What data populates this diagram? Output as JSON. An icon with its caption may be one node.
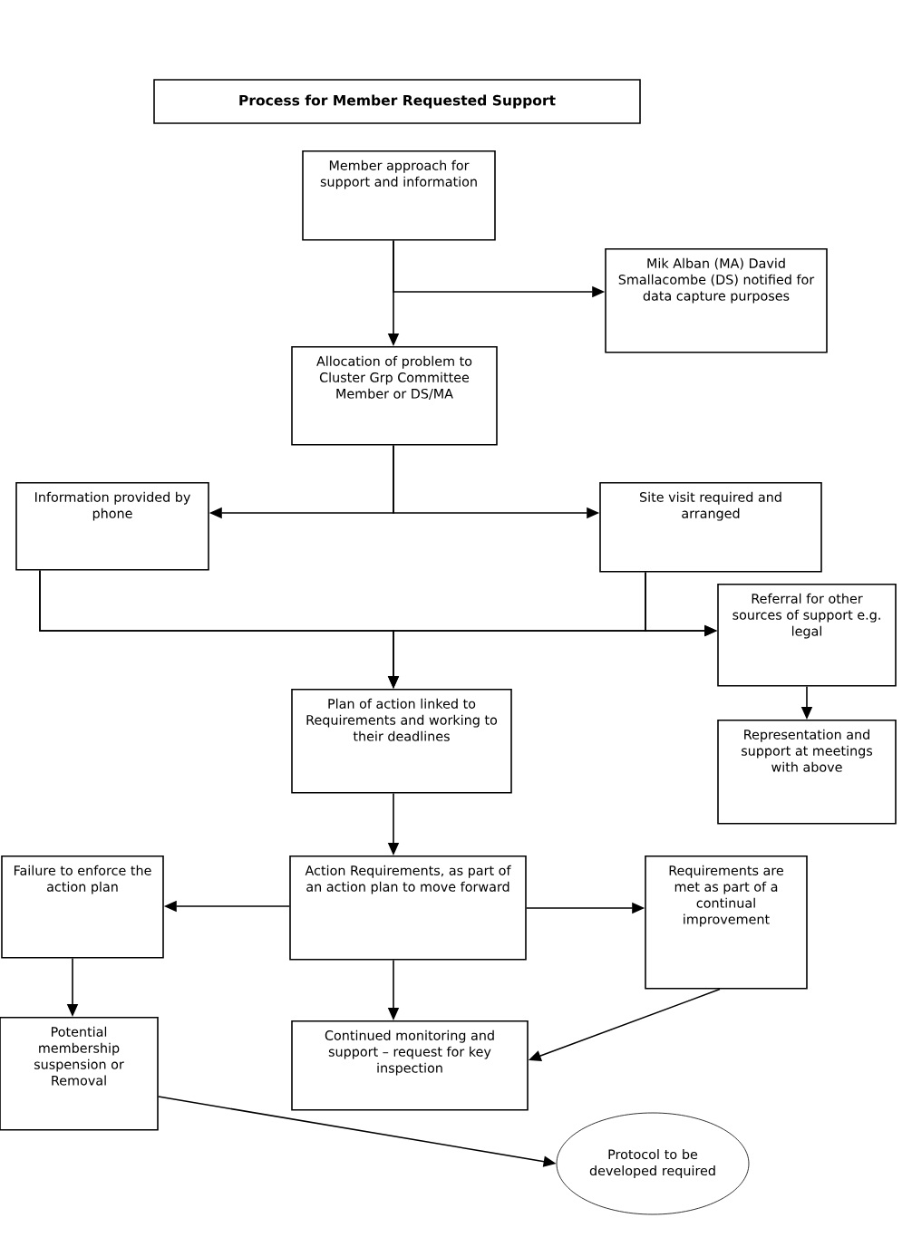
{
  "diagram": {
    "title": "Process for Member Requested Support",
    "nodes": [
      {
        "text": [
          "Member approach for support and information"
        ]
      },
      {
        "text": [
          "Mik Alban (MA) David Smallacombe (DS) notified for data capture purposes"
        ]
      },
      {
        "text": [
          "Allocation of problem to Cluster Grp Committee Member or DS/MA"
        ]
      },
      {
        "text": [
          "Information provided by phone"
        ]
      },
      {
        "text": [
          "Site visit required and arranged"
        ]
      },
      {
        "text": [
          "Referral for other sources of support e.g. legal"
        ]
      },
      {
        "text": [
          "Plan of action linked to Requirements and working to their deadlines"
        ]
      },
      {
        "text": [
          "Representation and support at meetings with above"
        ]
      },
      {
        "text": [
          "Failure to enforce the action plan"
        ]
      },
      {
        "text": [
          "Action Requirements, as part of an action plan to move forward"
        ]
      },
      {
        "text": [
          "Requirements are met as part of a continual improvement"
        ]
      },
      {
        "text": [
          "Potential membership suspension or Removal"
        ]
      },
      {
        "text": [
          "Continued monitoring and support – request for key inspection"
        ]
      },
      {
        "text": [
          "Protocol to be developed required"
        ]
      }
    ],
    "edges": [
      {
        "from": 0,
        "to": 2,
        "arrow": "to"
      },
      {
        "from": 0,
        "to": 1,
        "arrow": "to"
      },
      {
        "from": 2,
        "to": 3,
        "arrow": "to"
      },
      {
        "from": 2,
        "to": 4,
        "arrow": "to"
      },
      {
        "from": 3,
        "to": 6,
        "arrow": "to"
      },
      {
        "from": 4,
        "to": 6,
        "arrow": "to"
      },
      {
        "from": 3,
        "to": 5,
        "arrow": "to"
      },
      {
        "from": 4,
        "to": 5,
        "arrow": "to"
      },
      {
        "from": 5,
        "to": 7,
        "arrow": "to"
      },
      {
        "from": 6,
        "to": 9,
        "arrow": "to"
      },
      {
        "from": 9,
        "to": 8,
        "arrow": "to"
      },
      {
        "from": 9,
        "to": 10,
        "arrow": "to"
      },
      {
        "from": 9,
        "to": 12,
        "arrow": "to"
      },
      {
        "from": 8,
        "to": 11,
        "arrow": "to"
      },
      {
        "from": 10,
        "to": 12,
        "arrow": "to"
      },
      {
        "from": 11,
        "to": 13,
        "arrow": "to"
      }
    ]
  }
}
